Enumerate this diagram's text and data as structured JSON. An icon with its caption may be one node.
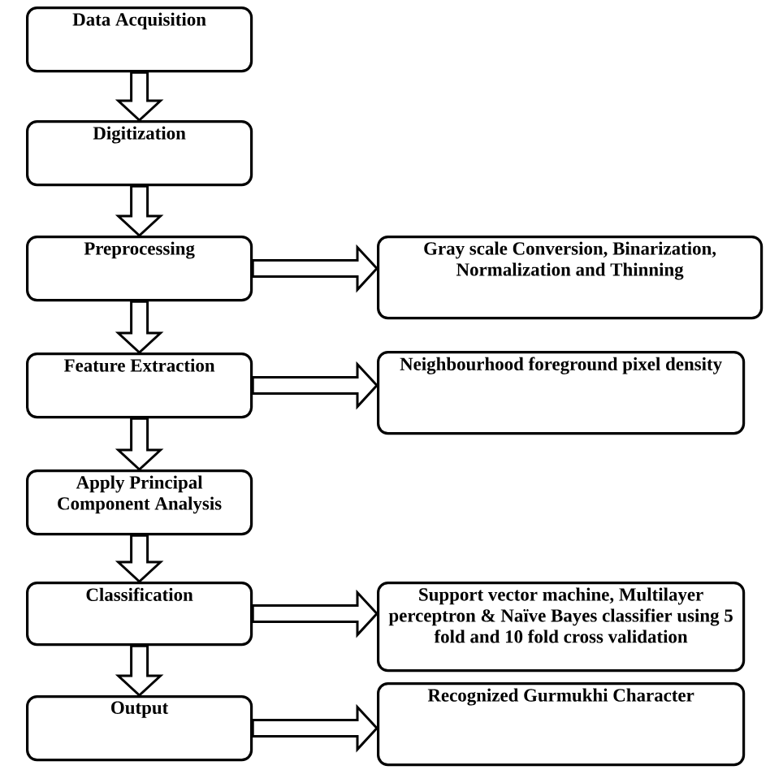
{
  "diagram": {
    "nodes": [
      {
        "text": [
          "Data Acquisition"
        ]
      },
      {
        "text": [
          "Digitization"
        ]
      },
      {
        "text": [
          "Preprocessing"
        ]
      },
      {
        "text": [
          "Feature Extraction"
        ]
      },
      {
        "text": [
          "Apply Principal Component Analysis"
        ]
      },
      {
        "text": [
          "Classification"
        ]
      },
      {
        "text": [
          "Output"
        ]
      },
      {
        "text": [
          "Gray scale Conversion, Binarization, Normalization and Thinning"
        ]
      },
      {
        "text": [
          "Neighbourhood foreground pixel density"
        ]
      },
      {
        "text": [
          "Support vector machine, Multilayer perceptron & Naïve Bayes classifier using 5 fold and 10 fold cross validation"
        ]
      },
      {
        "text": [
          "Recognized Gurmukhi Character"
        ]
      }
    ],
    "edges": [
      {
        "from": 0,
        "to": 1,
        "arrow": "to"
      },
      {
        "from": 1,
        "to": 2,
        "arrow": "to"
      },
      {
        "from": 2,
        "to": 3,
        "arrow": "to"
      },
      {
        "from": 3,
        "to": 4,
        "arrow": "to"
      },
      {
        "from": 4,
        "to": 5,
        "arrow": "to"
      },
      {
        "from": 5,
        "to": 6,
        "arrow": "to"
      },
      {
        "from": 2,
        "to": 7,
        "arrow": "to"
      },
      {
        "from": 3,
        "to": 8,
        "arrow": "to"
      },
      {
        "from": 5,
        "to": 9,
        "arrow": "to"
      },
      {
        "from": 6,
        "to": 10,
        "arrow": "to"
      }
    ]
  }
}
